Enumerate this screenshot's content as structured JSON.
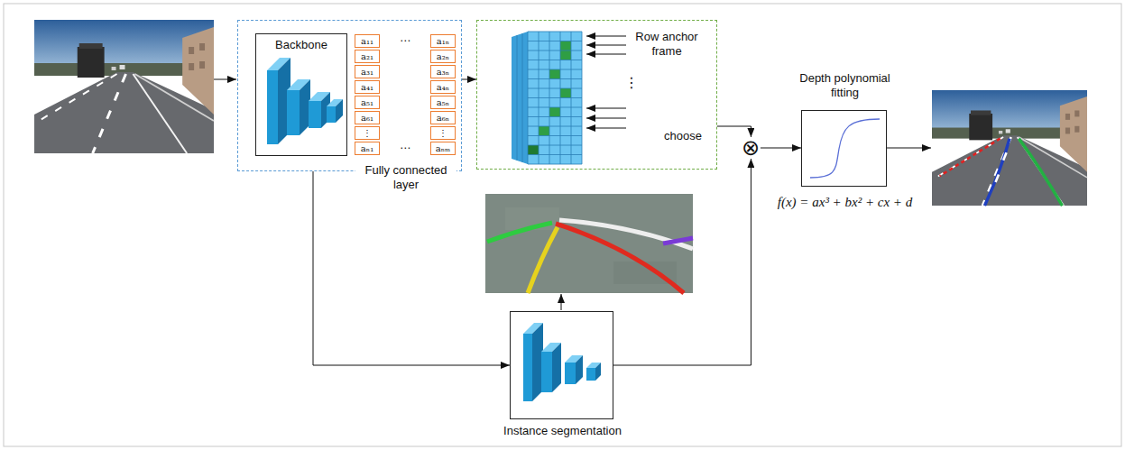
{
  "diagram": {
    "nodes": [
      {
        "text": [
          "Fully connected layer"
        ]
      },
      {
        "text": [
          "Backbone"
        ],
        "in": 0
      },
      {
        "text": [
          "Row anchor frame",
          "choose"
        ]
      },
      {
        "text": [
          "Instance segmentation"
        ]
      },
      {
        "text": [
          "⊗"
        ]
      },
      {
        "text": [
          "Depth polynomial fitting",
          "f(x) = ax³ + bx² + cx + d"
        ]
      }
    ],
    "edges": [
      {
        "from": 0,
        "to": 2,
        "arrow": "to"
      },
      {
        "from": 0,
        "to": 3,
        "arrow": "to"
      },
      {
        "from": 2,
        "to": 4,
        "arrow": "to"
      },
      {
        "from": 3,
        "to": 4,
        "arrow": "to"
      },
      {
        "from": 4,
        "to": 5,
        "arrow": "to"
      }
    ],
    "labels": [
      "a₁₁",
      "⋯",
      "a₁ₙ",
      "a₂₁",
      "a₂ₙ",
      "a₃₁",
      "a₃ₙ",
      "a₄₁",
      "a₄ₙ",
      "a₅₁",
      "a₅ₙ",
      "a₆₁",
      "a₆ₙ",
      "⋮",
      "⋮",
      "aₙ₁",
      "⋯",
      "aₙₘ",
      "⋮"
    ]
  }
}
